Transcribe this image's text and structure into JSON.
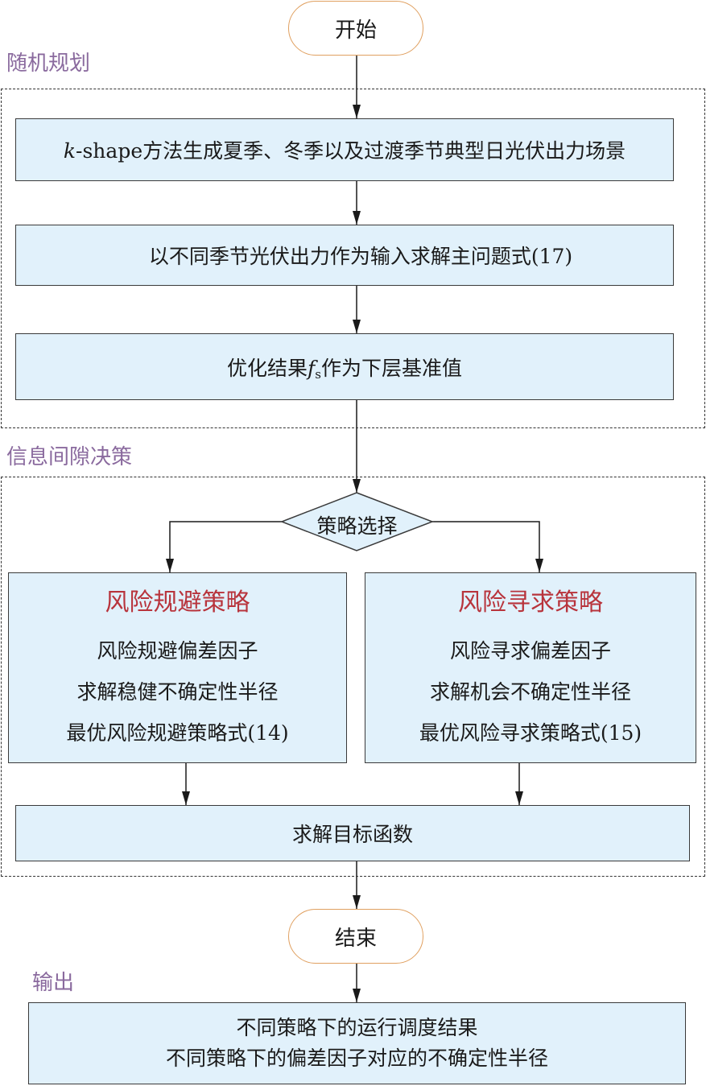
{
  "start": {
    "label": "开始"
  },
  "end": {
    "label": "结束"
  },
  "sections": {
    "stochastic": {
      "label": "随机规划"
    },
    "igdt": {
      "label": "信息间隙决策"
    },
    "output": {
      "label": "输出"
    }
  },
  "steps": {
    "step1": {
      "k": "k",
      "rest": "-shape方法生成夏季、冬季以及过渡季节典型日光伏出力场景"
    },
    "step2": {
      "label": "以不同季节光伏出力作为输入求解主问题式(17)"
    },
    "step3": {
      "pre": "优化结果",
      "f": "f",
      "sub": "s",
      "post": "作为下层基准值"
    },
    "decision": {
      "label": "策略选择"
    },
    "objective": {
      "label": "求解目标函数"
    }
  },
  "strategies": [
    {
      "title": "风险规避策略",
      "lines": [
        "风险规避偏差因子",
        "求解稳健不确定性半径",
        "最优风险规避策略式(14)"
      ]
    },
    {
      "title": "风险寻求策略",
      "lines": [
        "风险寻求偏差因子",
        "求解机会不确定性半径",
        "最优风险寻求策略式(15)"
      ]
    }
  ],
  "output": {
    "lines": [
      "不同策略下的运行调度结果",
      "不同策略下的偏差因子对应的不确定性半径"
    ]
  },
  "colors": {
    "box_fill": "#e1f1fb",
    "terminal_border": "#e0a060",
    "section_label": "#8a6a9e",
    "strategy_title": "#b8343c"
  }
}
